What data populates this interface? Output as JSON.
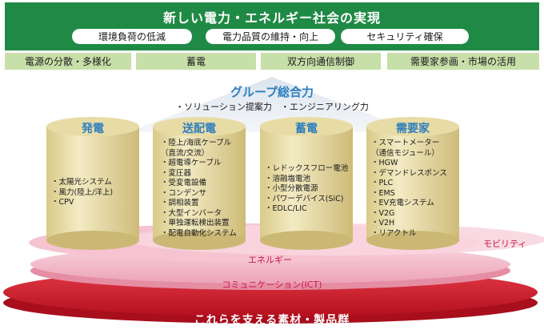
{
  "header": {
    "title": "新しい電力・エネルギー社会の実現",
    "goals": [
      "環境負荷の低減",
      "電力品質の維持・向上",
      "セキュリティ確保"
    ]
  },
  "technologies": [
    "電源の分散・多様化",
    "蓄電",
    "双方向通信制御",
    "需要家参画・市場の活用"
  ],
  "group": {
    "title": "グループ総合力",
    "strengths": "・ソリューション提案力　・エンジニアリング力"
  },
  "pillars": [
    {
      "label": "発電",
      "items": [
        "・太陽光システム",
        "・風力(陸上/洋上)",
        "・CPV"
      ]
    },
    {
      "label": "送配電",
      "items": [
        "・陸上/海底ケーブル",
        "（直流/交流）",
        "・超電導ケーブル",
        "・変圧器",
        "・受変電設備",
        "・コンデンサ",
        "・調相装置",
        "・大型インバータ",
        "・単独運転検出装置",
        "・配電自動化システム"
      ]
    },
    {
      "label": "蓄電",
      "items": [
        "・レドックスフロー電池",
        "・溶融塩電池",
        "・小型分散電源",
        "・パワーデバイス(SiC)",
        "・EDLC/LIC"
      ]
    },
    {
      "label": "需要家",
      "items": [
        "・スマートメーター",
        "（通信モジュール）",
        "・HGW",
        "・デマンドレスポンス",
        "・PLC",
        "・EMS",
        "・EV充電システム",
        "・V2G",
        "・V2H",
        "・リアクトル"
      ]
    }
  ],
  "layers": {
    "mobility": "モビリティ",
    "energy": "エネルギー",
    "ict": "コミュニケーション(ICT)",
    "foundation": "これらを支える素材・製品群"
  },
  "colors": {
    "banner_green": "#1f8a45",
    "tech_green": "#c7dfa8",
    "accent_blue": "#2f7fbf",
    "base_red": "#d4202f",
    "ring_pink": "#f2b2c4"
  }
}
